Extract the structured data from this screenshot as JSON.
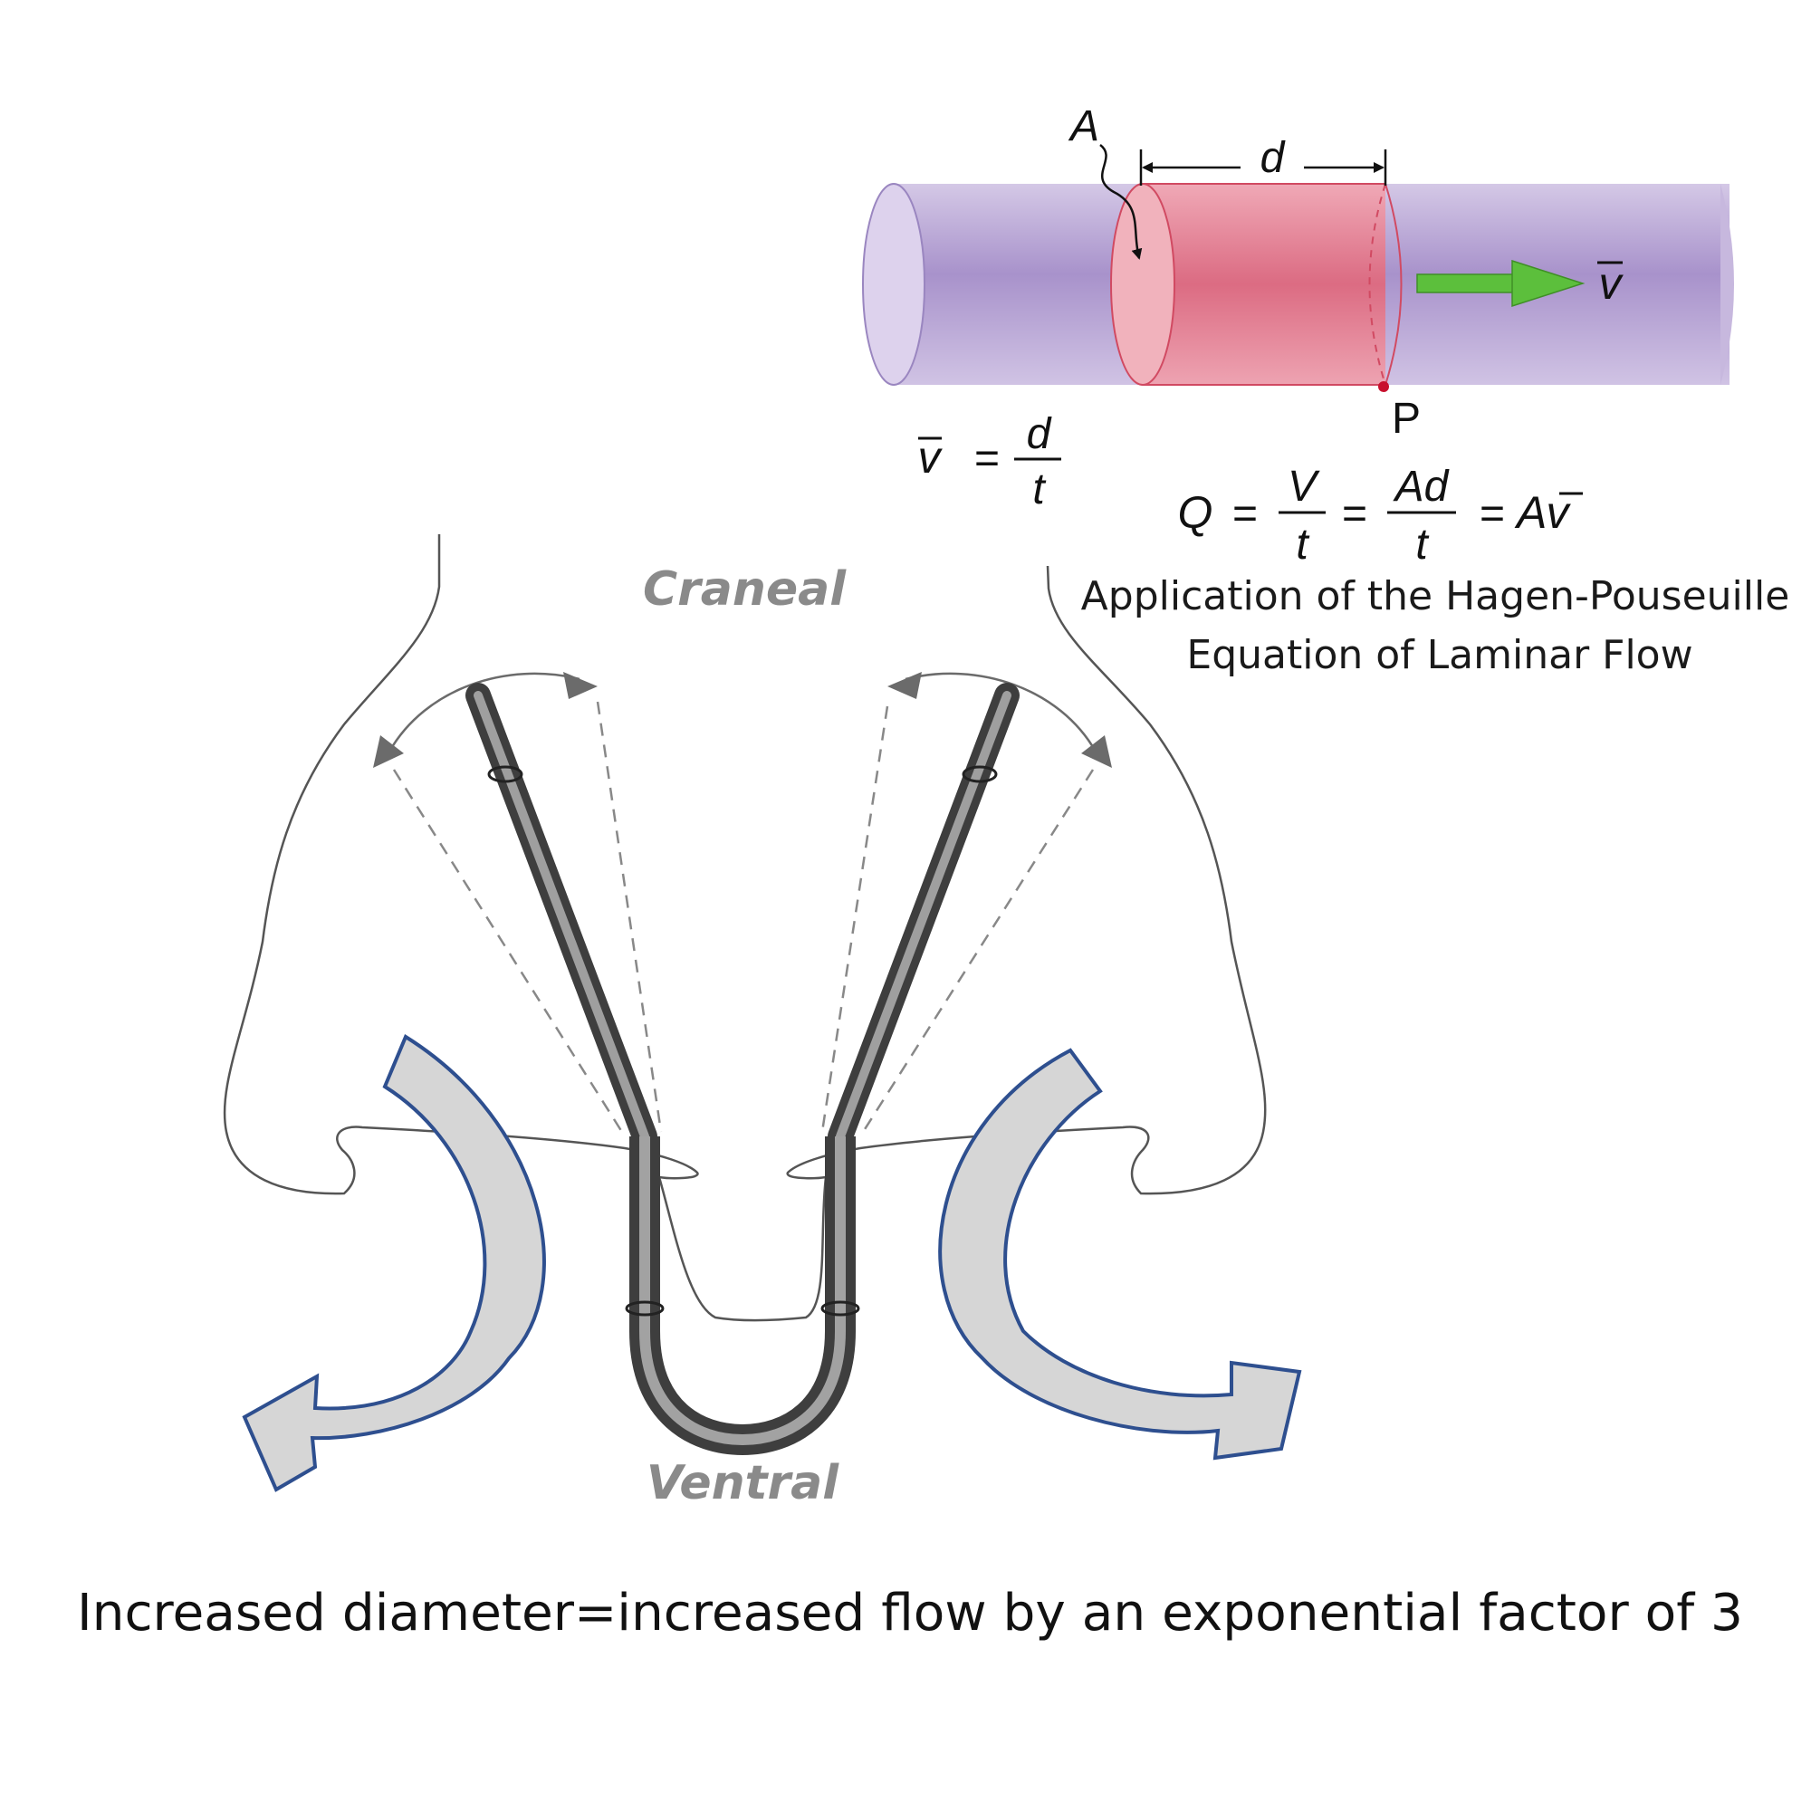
{
  "flow_diagram": {
    "labels": {
      "area": "A",
      "distance": "d",
      "velocity": "v",
      "point": "P"
    },
    "equation_velocity": {
      "lhs": "v",
      "equals": "=",
      "numerator": "d",
      "denominator": "t"
    },
    "equation_flow": {
      "q": "Q",
      "eq1": "=",
      "v_num": "V",
      "v_den": "t",
      "eq2": "=",
      "ad_num": "Ad",
      "ad_den": "t",
      "eq3": "=",
      "result": "Av"
    },
    "caption_line1": "Application of the Hagen-Pouseuille",
    "caption_line2": "Equation of Laminar Flow",
    "colors": {
      "tube": "#b9a6d6",
      "fluid_segment": "#e87a8c",
      "velocity_arrow": "#5cbf3c",
      "point_marker": "#c8102e"
    }
  },
  "anatomy": {
    "label_top": "Craneal",
    "label_bottom": "Ventral",
    "colors": {
      "flow_arrows": "#2e4f8f",
      "flow_arrow_fill": "#d6d6d6",
      "outline": "#555555",
      "implant": "#6e6e6e"
    }
  },
  "footer": {
    "caption": "Increased diameter=increased flow by an exponential factor of 3"
  }
}
